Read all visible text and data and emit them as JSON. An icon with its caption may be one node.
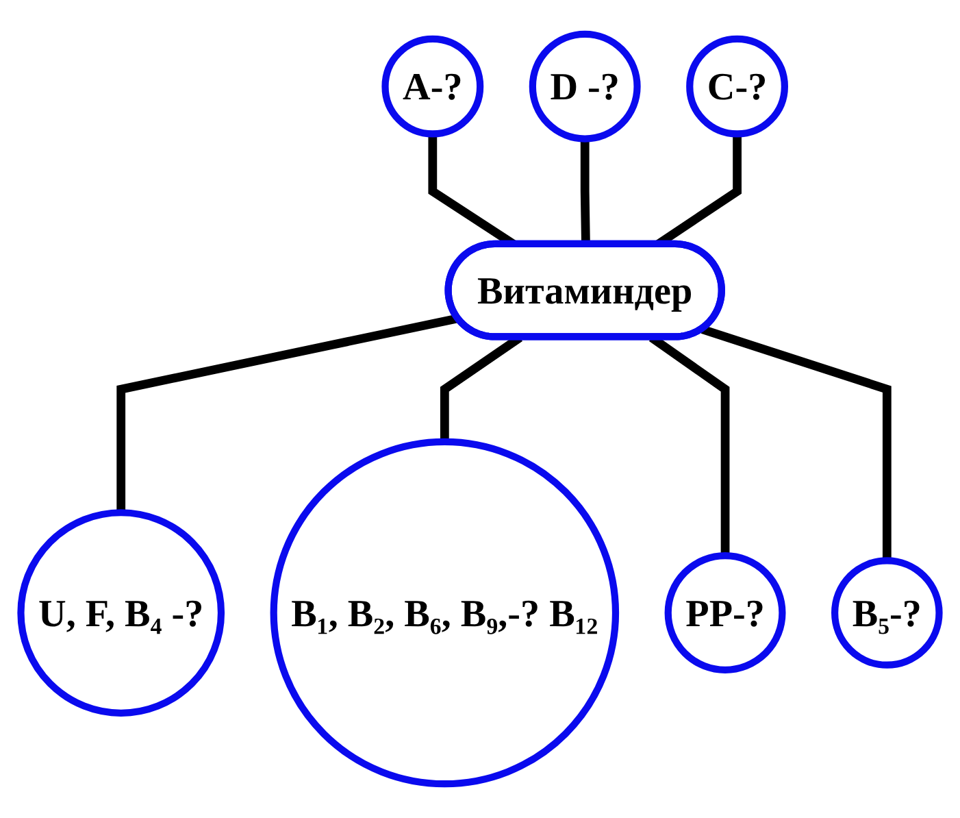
{
  "diagram": {
    "nodes": [
      {
        "text": [
          "D -?"
        ]
      },
      {
        "text": [
          "A-?"
        ]
      },
      {
        "text": [
          "C-?"
        ]
      },
      {
        "text": [
          "Витаминдер"
        ]
      },
      {
        "text": [
          "U, F, B₄ -?"
        ]
      },
      {
        "text": [
          "B₅-?"
        ]
      },
      {
        "text": [
          "B₁, B₂, B₆, B₉,-? B₁₂"
        ]
      },
      {
        "text": [
          "PP-?"
        ]
      }
    ],
    "edges": [
      {
        "from": 1,
        "to": 3,
        "arrow": "none"
      },
      {
        "from": 0,
        "to": 3,
        "arrow": "none"
      },
      {
        "from": 2,
        "to": 3,
        "arrow": "none"
      },
      {
        "from": 3,
        "to": 4,
        "arrow": "none"
      },
      {
        "from": 3,
        "to": 6,
        "arrow": "none"
      },
      {
        "from": 3,
        "to": 7,
        "arrow": "none"
      },
      {
        "from": 3,
        "to": 5,
        "arrow": "none"
      }
    ]
  }
}
